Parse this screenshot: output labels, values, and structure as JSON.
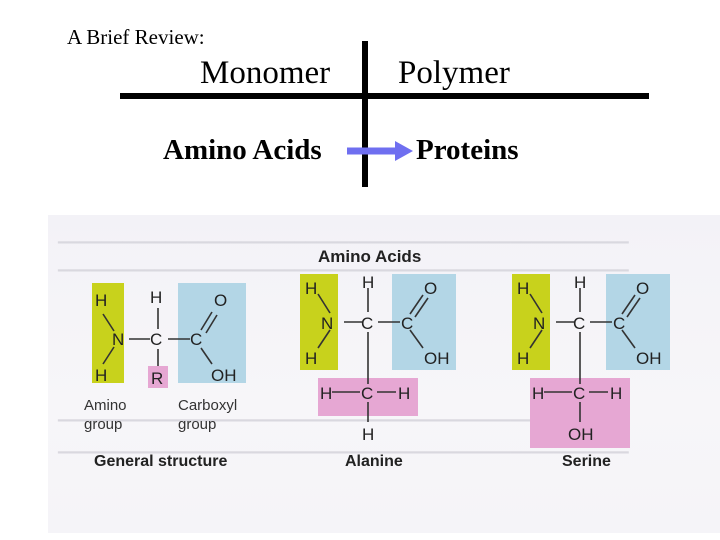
{
  "slide": {
    "title": "A Brief Review:",
    "monomer_header": "Monomer",
    "polymer_header": "Polymer",
    "monomer_value": "Amino Acids",
    "polymer_value": "Proteins"
  },
  "figure": {
    "title": "Amino Acids",
    "general": {
      "caption": "General structure",
      "amino_label_line1": "Amino",
      "amino_label_line2": "group",
      "carboxyl_label_line1": "Carboxyl",
      "carboxyl_label_line2": "group",
      "r_group": "R"
    },
    "alanine": {
      "caption": "Alanine"
    },
    "serine": {
      "caption": "Serine",
      "oh": "OH"
    },
    "atoms": {
      "H": "H",
      "N": "N",
      "C": "C",
      "O": "O",
      "OH": "OH"
    }
  },
  "colors": {
    "amino_group": "#c8d21c",
    "carboxyl_group": "#b3d6e6",
    "side_chain": "#e6a7d3",
    "arrow": "#6f6ff0"
  }
}
